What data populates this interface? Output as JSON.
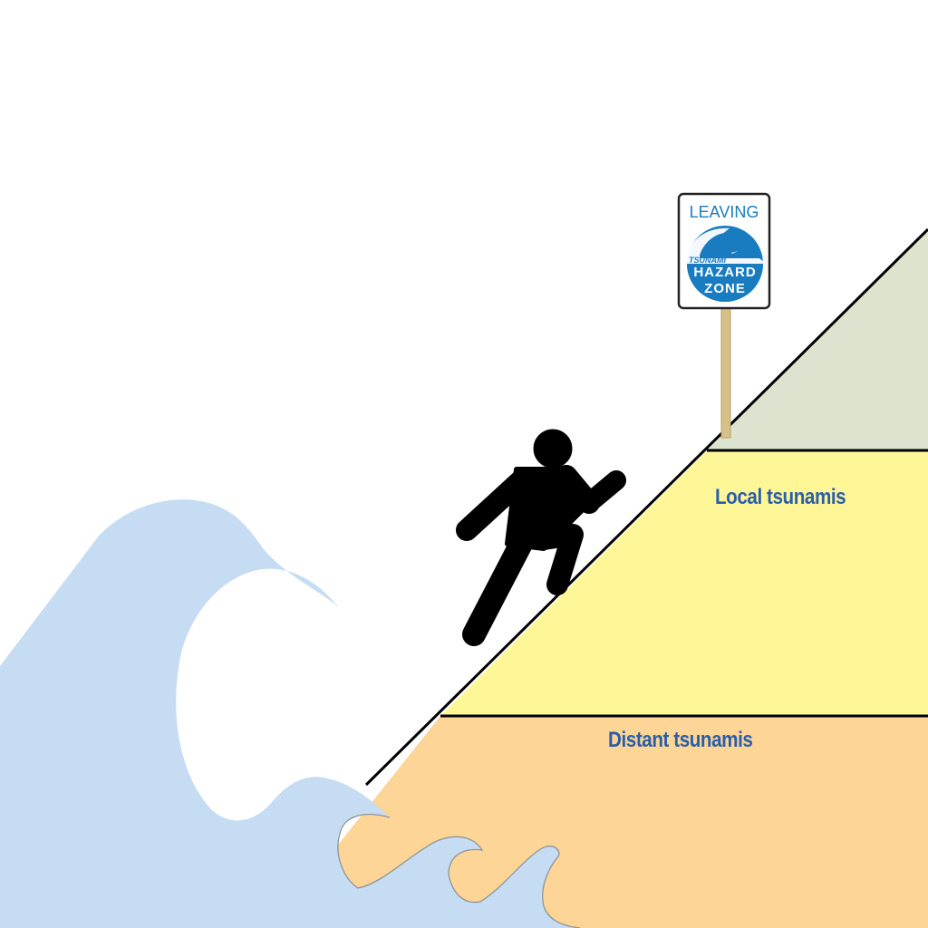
{
  "diagram": {
    "zones": [
      {
        "id": "safe",
        "label": "",
        "color": "#dce4d0"
      },
      {
        "id": "local",
        "label": "Local tsunamis",
        "color": "#fff797"
      },
      {
        "id": "distant",
        "label": "Distant tsunamis",
        "color": "#fdd596"
      }
    ],
    "labels": {
      "local": "Local tsunamis",
      "distant": "Distant tsunamis"
    },
    "sign": {
      "line1": "LEAVING",
      "line2": "TSUNAMI",
      "line3": "HAZARD",
      "line4": "ZONE",
      "color": "#1a7cc0"
    },
    "colors": {
      "wave": "#c5dcf2",
      "slope_line": "#000000",
      "label_text": "#2a5ea8",
      "post": "#d8c188"
    },
    "icons": [
      "tsunami-wave-icon",
      "running-person-icon",
      "sign-post-icon"
    ]
  }
}
